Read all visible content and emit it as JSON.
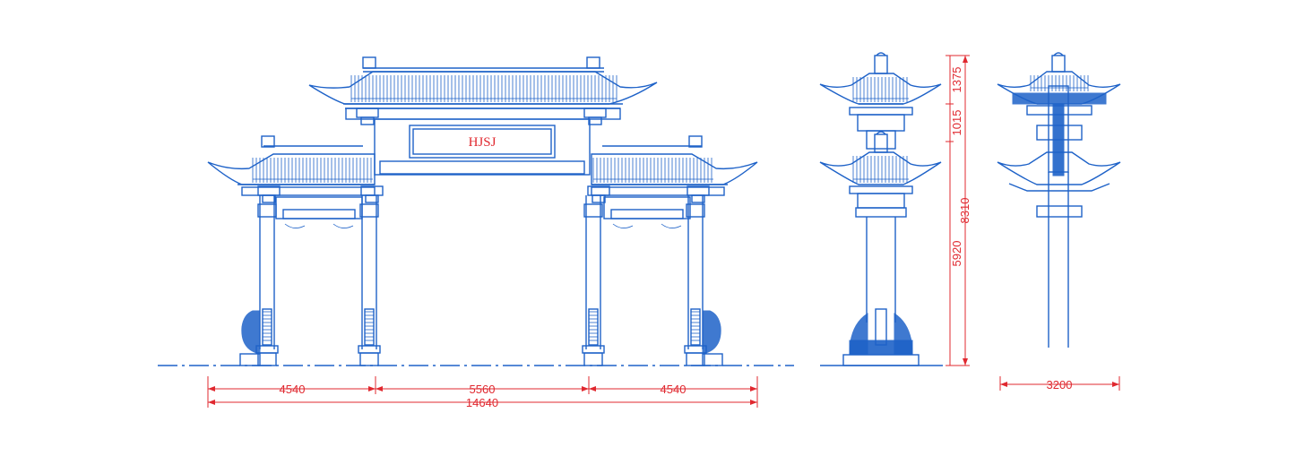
{
  "plaque_text": "HJSJ",
  "colors": {
    "line": "#1e62c8",
    "dimension": "#e0282f",
    "background": "#ffffff"
  },
  "front_elevation": {
    "dimensions": {
      "left_bay": "4540",
      "center_bay": "5560",
      "right_bay": "4540",
      "overall_width": "14640"
    }
  },
  "side_elevation": {
    "dimensions": {
      "top_segment": "1375",
      "middle_segment": "1015",
      "lower_segment": "5920",
      "total_height": "8310"
    }
  },
  "section": {
    "dimensions": {
      "width": "3200"
    }
  }
}
